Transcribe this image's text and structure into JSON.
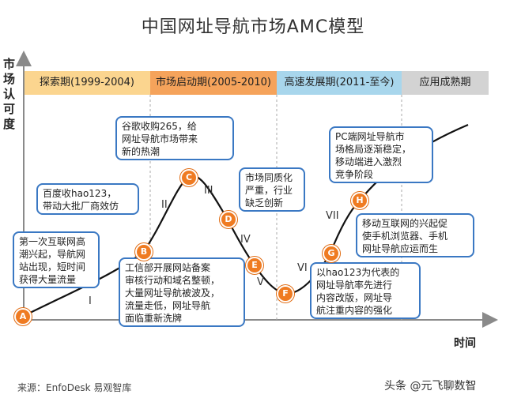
{
  "title": "中国网址导航市场AMC模型",
  "y_axis_label": "市场认可度",
  "x_axis_label": "时间",
  "phases": [
    {
      "label": "探索期(1999-2004)",
      "color": "#fbd58f"
    },
    {
      "label": "市场启动期(2005-2010)",
      "color": "#f5a35b"
    },
    {
      "label": "高速发展期(2011-至今)",
      "color": "#a8d6ec"
    },
    {
      "label": "应用成熟期",
      "color": "#d3d3d3"
    }
  ],
  "nodes": [
    "A",
    "B",
    "C",
    "D",
    "E",
    "F",
    "G",
    "H"
  ],
  "segments": [
    "I",
    "II",
    "III",
    "IV",
    "V",
    "VI",
    "VII"
  ],
  "annotations": [
    "第一次互联网高\n潮兴起，导航网\n站出现，短时间\n获得大量流量",
    "百度收hao123，\n带动大批厂商效仿",
    "谷歌收购265，给\n网址导航市场带来\n新的热潮",
    "市场同质化\n严重，行业\n缺乏创新",
    "工信部开展网站备案\n审核行动和域名整顿，\n大量网址导航被波及，\n流量走低，网址导航\n面临重新洗牌",
    "以hao123为代表的\n网址导航率先进行\n内容改版，网址导\n航注重内容的强化",
    "移动互联网的兴起促\n使手机浏览器、手机\n网址导航应运而生",
    "PC端网址导航市\n场格局逐渐稳定，\n移动端进入激烈\n竞争阶段"
  ],
  "source": "来源：EnfoDesk 易观智库",
  "watermark": "头条 @元飞聊数智",
  "colors": {
    "accent": "#ef7b22",
    "bubble_border": "#3a78c3",
    "curve": "#111111"
  }
}
